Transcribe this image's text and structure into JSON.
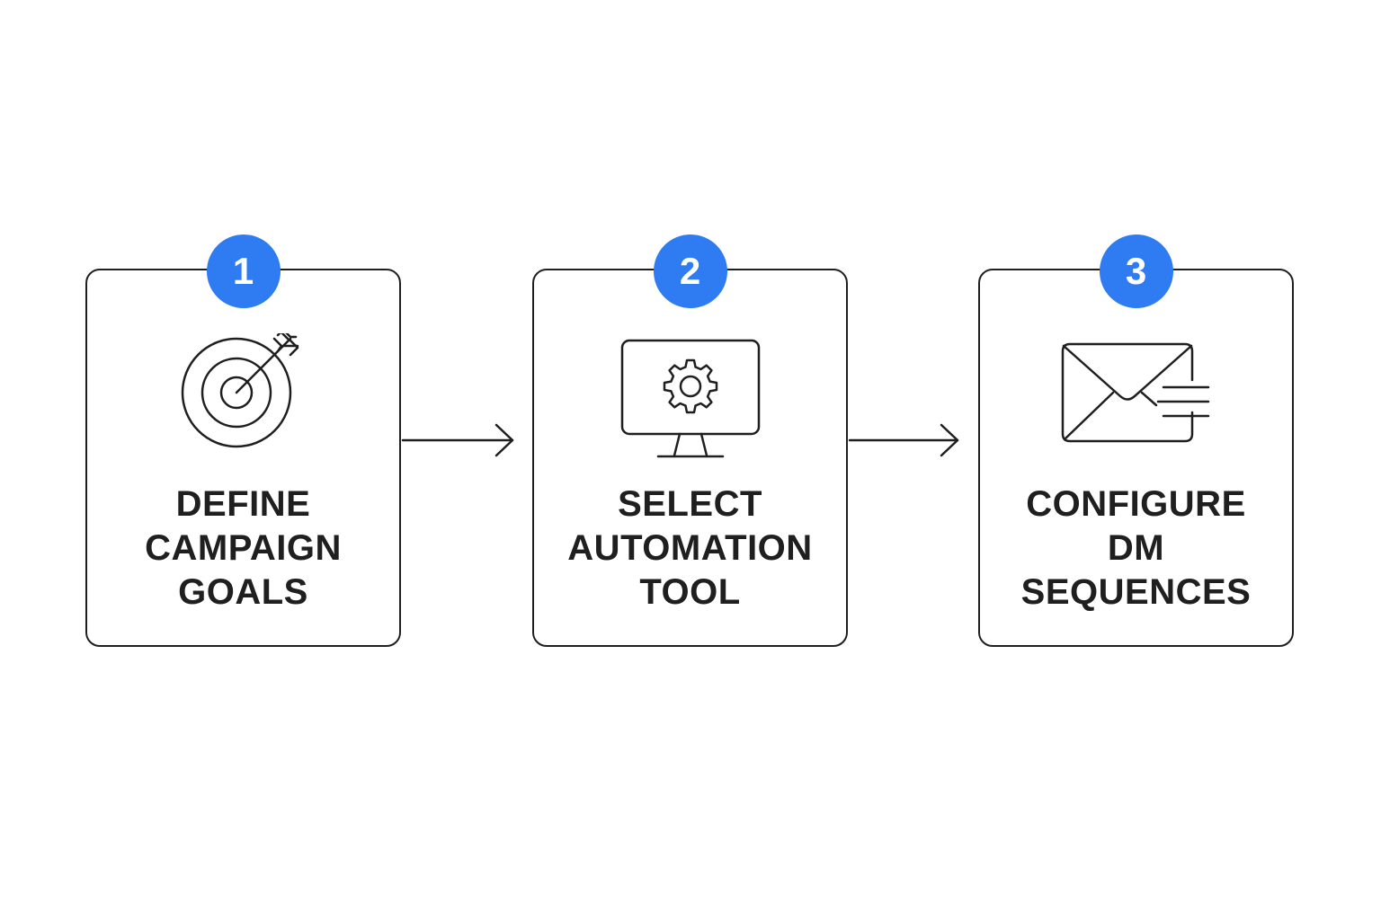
{
  "steps": [
    {
      "number": "1",
      "icon": "target-icon",
      "label_lines": [
        "DEFINE",
        "CAMPAIGN",
        "GOALS"
      ]
    },
    {
      "number": "2",
      "icon": "monitor-gear-icon",
      "label_lines": [
        "SELECT",
        "AUTOMATION",
        "TOOL"
      ]
    },
    {
      "number": "3",
      "icon": "envelope-send-icon",
      "label_lines": [
        "CONFIGURE",
        "DM",
        "SEQUENCES"
      ]
    }
  ],
  "colors": {
    "badge": "#2f7cf2",
    "stroke": "#1f1f1f",
    "background": "#ffffff"
  }
}
